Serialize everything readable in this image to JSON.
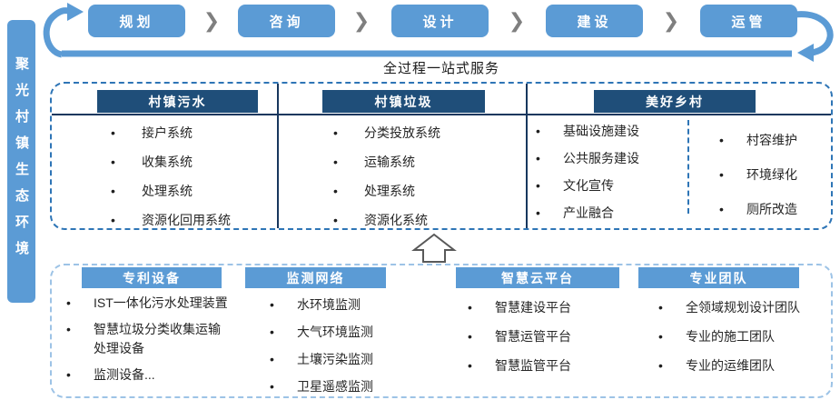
{
  "sidebar": {
    "label": "聚光村镇生态环境"
  },
  "flow": {
    "steps": [
      "规划",
      "咨询",
      "设计",
      "建设",
      "运管"
    ],
    "chevron": "❯",
    "caption": "全过程一站式服务"
  },
  "middle": {
    "sections": [
      {
        "title": "村镇污水",
        "items": [
          "接户系统",
          "收集系统",
          "处理系统",
          "资源化回用系统"
        ]
      },
      {
        "title": "村镇垃圾",
        "items": [
          "分类投放系统",
          "运输系统",
          "处理系统",
          "资源化系统"
        ]
      },
      {
        "title": "美好乡村",
        "items_left": [
          "基础设施建设",
          "公共服务建设",
          "文化宣传",
          "产业融合"
        ],
        "items_right": [
          "村容维护",
          "环境绿化",
          "厕所改造"
        ]
      }
    ]
  },
  "bottom": {
    "sections": [
      {
        "title": "专利设备",
        "items": [
          "IST一体化污水处理装置",
          "智慧垃圾分类收集运输处理设备",
          "监测设备..."
        ]
      },
      {
        "title": "监测网络",
        "items": [
          "水环境监测",
          "大气环境监测",
          "土壤污染监测",
          "卫星遥感监测"
        ]
      },
      {
        "title": "智慧云平台",
        "items": [
          "智慧建设平台",
          "智慧运管平台",
          "智慧监管平台"
        ]
      },
      {
        "title": "专业团队",
        "items": [
          "全领域规划设计团队",
          "专业的施工团队",
          "专业的运维团队"
        ]
      }
    ]
  },
  "ui": {
    "bullet": "•"
  },
  "colors": {
    "accent": "#5B9BD5",
    "navy_header": "#1F4E79",
    "divider_dark": "#17375E",
    "dashed_middle": "#2E75B6",
    "dashed_bottom": "#9DC3E6",
    "chevron_gray": "#7f7f7f",
    "text": "#262626"
  }
}
